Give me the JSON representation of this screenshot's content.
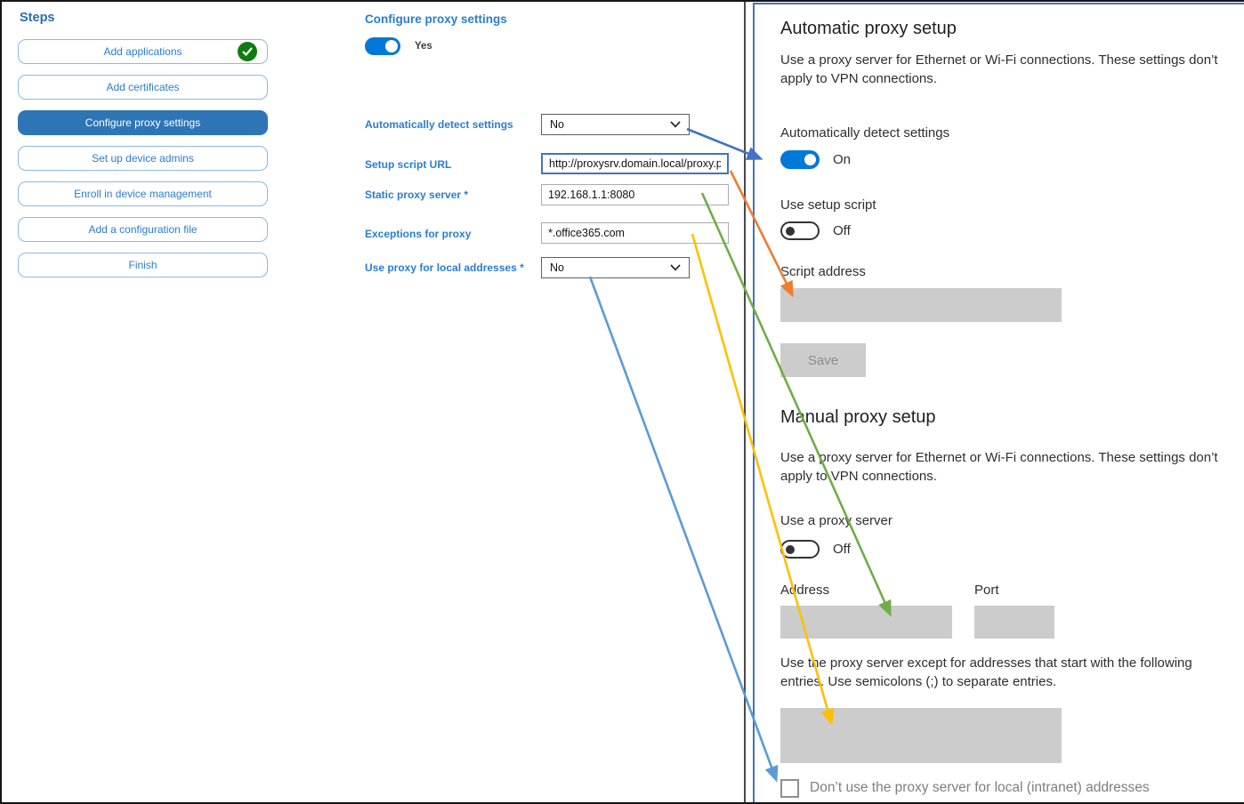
{
  "colors": {
    "accent_blue": "#2E75B6",
    "label_blue": "#2B7CD3",
    "toggle_on_blue": "#0078D7",
    "check_green": "#107C10",
    "disabled_gray": "#CCCCCC",
    "panel_border_blue": "#4472C4",
    "arrow_blue": "#4472C4",
    "arrow_orange": "#ED7D31",
    "arrow_green": "#70AD47",
    "arrow_yellow": "#FFC000",
    "arrow_lightblue": "#5B9BD5"
  },
  "steps_panel": {
    "title": "Steps",
    "items": [
      {
        "label": "Add applications",
        "completed": true
      },
      {
        "label": "Add certificates"
      },
      {
        "label": "Configure proxy settings",
        "active": true
      },
      {
        "label": "Set up device admins"
      },
      {
        "label": "Enroll in device management"
      },
      {
        "label": "Add a configuration file"
      },
      {
        "label": "Finish"
      }
    ]
  },
  "config_panel": {
    "title": "Configure proxy settings",
    "toggle_state": "Yes",
    "fields": [
      {
        "label": "Automatically detect settings",
        "type": "select",
        "value": "No"
      },
      {
        "label": "Setup script URL",
        "type": "text",
        "value": "http://proxysrv.domain.local/proxy.pa"
      },
      {
        "label": "Static proxy server *",
        "type": "text",
        "value": "192.168.1.1:8080"
      },
      {
        "label": "Exceptions for proxy",
        "type": "text",
        "value": "*.office365.com"
      },
      {
        "label": "Use proxy for local addresses *",
        "type": "select",
        "value": "No"
      }
    ]
  },
  "settings_panel": {
    "automatic": {
      "title": "Automatic proxy setup",
      "description": "Use a proxy server for Ethernet or Wi-Fi connections. These settings don’t apply to VPN connections.",
      "auto_detect_label": "Automatically detect settings",
      "auto_detect_state": "On",
      "setup_script_label": "Use setup script",
      "setup_script_state": "Off",
      "script_address_label": "Script address",
      "save_label": "Save"
    },
    "manual": {
      "title": "Manual proxy setup",
      "description": "Use a proxy server for Ethernet or Wi-Fi connections. These settings don’t apply to VPN connections.",
      "proxy_server_label": "Use a proxy server",
      "proxy_server_state": "Off",
      "address_label": "Address",
      "port_label": "Port",
      "exceptions_description": "Use the proxy server except for addresses that start with the following entries. Use semicolons (;) to separate entries.",
      "local_checkbox_label": "Don’t use the proxy server for local (intranet) addresses"
    }
  }
}
